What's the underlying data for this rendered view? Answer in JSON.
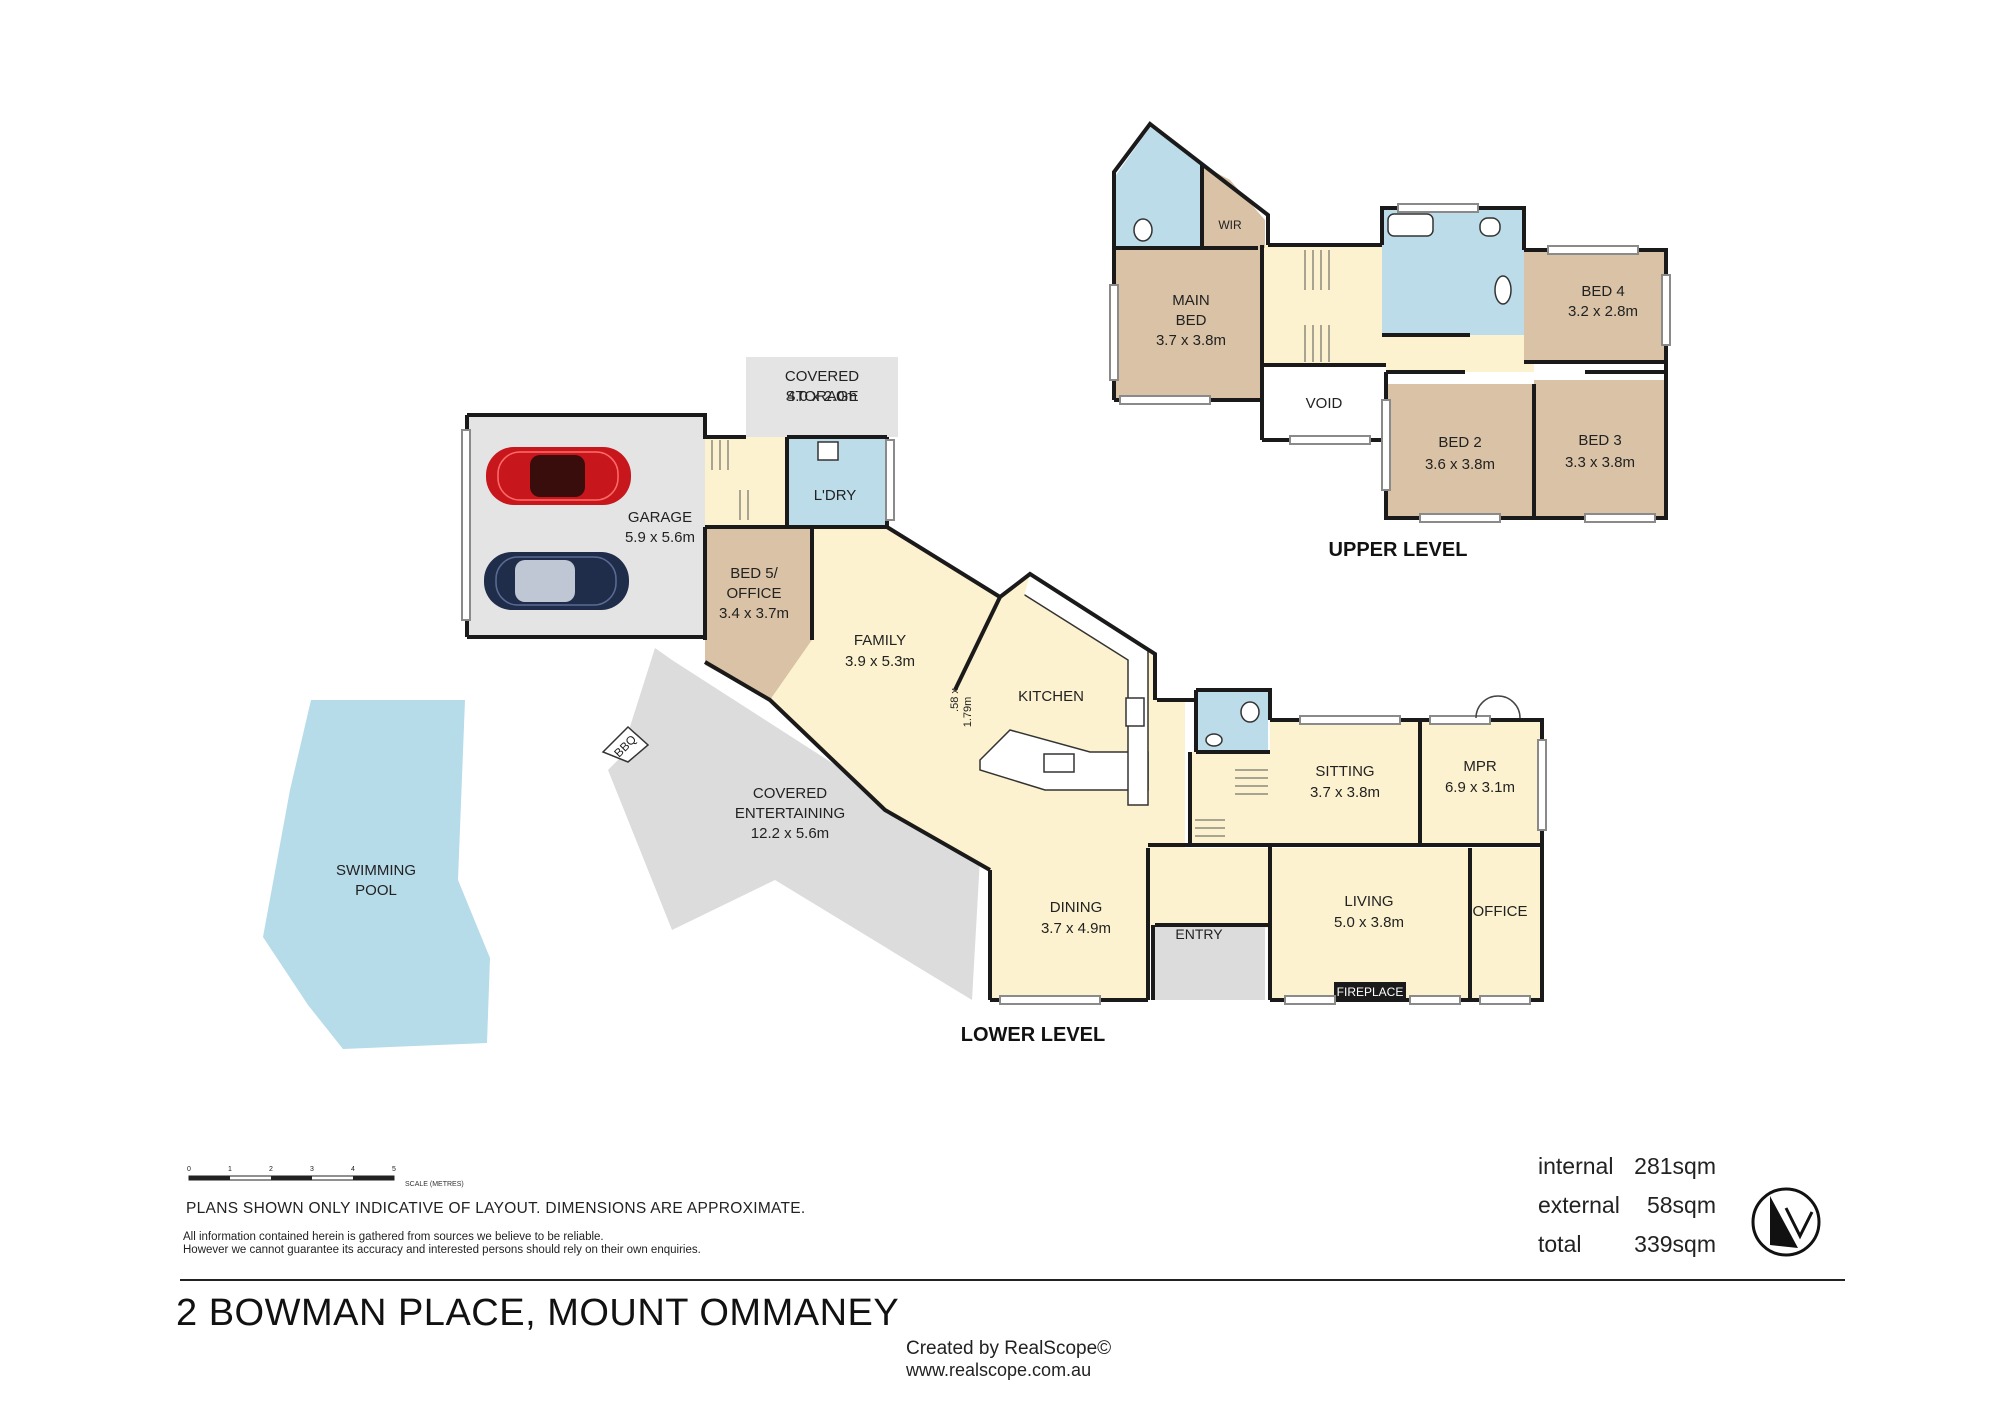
{
  "rooms": {
    "main_bed": {
      "name": "MAIN BED",
      "size": "3.7 x 3.8m"
    },
    "wir": "WIR",
    "bed4": {
      "name": "BED 4",
      "size": "3.2 x 2.8m"
    },
    "bed2": {
      "name": "BED 2",
      "size": "3.6 x 3.8m"
    },
    "bed3": {
      "name": "BED 3",
      "size": "3.3 x 3.8m"
    },
    "void": "VOID",
    "covered_storage": {
      "name": "COVERED STORAGE",
      "size": "4.0 x 2.0m"
    },
    "garage": {
      "name": "GARAGE",
      "size": "5.9 x 5.6m"
    },
    "laundry": "L'DRY",
    "bed5": {
      "name": "BED 5/ OFFICE",
      "size": "3.4 x 3.7m"
    },
    "family": {
      "name": "FAMILY",
      "size": "3.9 x 5.3m"
    },
    "kitchen": "KITCHEN",
    "pantry": {
      "line1": ".58 x",
      "line2": "1.79m"
    },
    "bbq": "BBQ",
    "covered_entertaining": {
      "name": "COVERED ENTERTAINING",
      "size": "12.2 x 5.6m"
    },
    "swimming_pool": {
      "name": "SWIMMING POOL"
    },
    "sitting": {
      "name": "SITTING",
      "size": "3.7 x 3.8m"
    },
    "mpr": {
      "name": "MPR",
      "size": "6.9 x 3.1m"
    },
    "dining": {
      "name": "DINING",
      "size": "3.7 x 4.9m"
    },
    "entry": "ENTRY",
    "living": {
      "name": "LIVING",
      "size": "5.0 x 3.8m"
    },
    "office": "OFFICE",
    "fireplace": "FIREPLACE"
  },
  "levels": {
    "upper": "UPPER LEVEL",
    "lower": "LOWER LEVEL"
  },
  "scale": {
    "ticks": [
      "0",
      "1",
      "2",
      "3",
      "4",
      "5"
    ],
    "caption": "SCALE (METRES)"
  },
  "disclaimer": "PLANS SHOWN ONLY INDICATIVE OF LAYOUT.  DIMENSIONS ARE APPROXIMATE.",
  "info_line1": "All information contained herein is gathered from sources we believe to be reliable.",
  "info_line2": "However we cannot guarantee its accuracy and interested persons should rely on their own enquiries.",
  "areas": [
    {
      "label": "internal",
      "value": "281sqm"
    },
    {
      "label": "external",
      "value": "58sqm"
    },
    {
      "label": "total",
      "value": "339sqm"
    }
  ],
  "address": "2 BOWMAN PLACE, MOUNT OMMANEY",
  "credit_line1": "Created by RealScope©",
  "credit_line2": "www.realscope.com.au",
  "colors": {
    "bedroom": "#d9c2a5",
    "living": "#fdf2cf",
    "wet": "#bcdcea",
    "pool": "#b6dbe9",
    "outdoor": "#dcdcdc",
    "garage": "#e4e4e4",
    "wall": "#1a1a1a"
  }
}
